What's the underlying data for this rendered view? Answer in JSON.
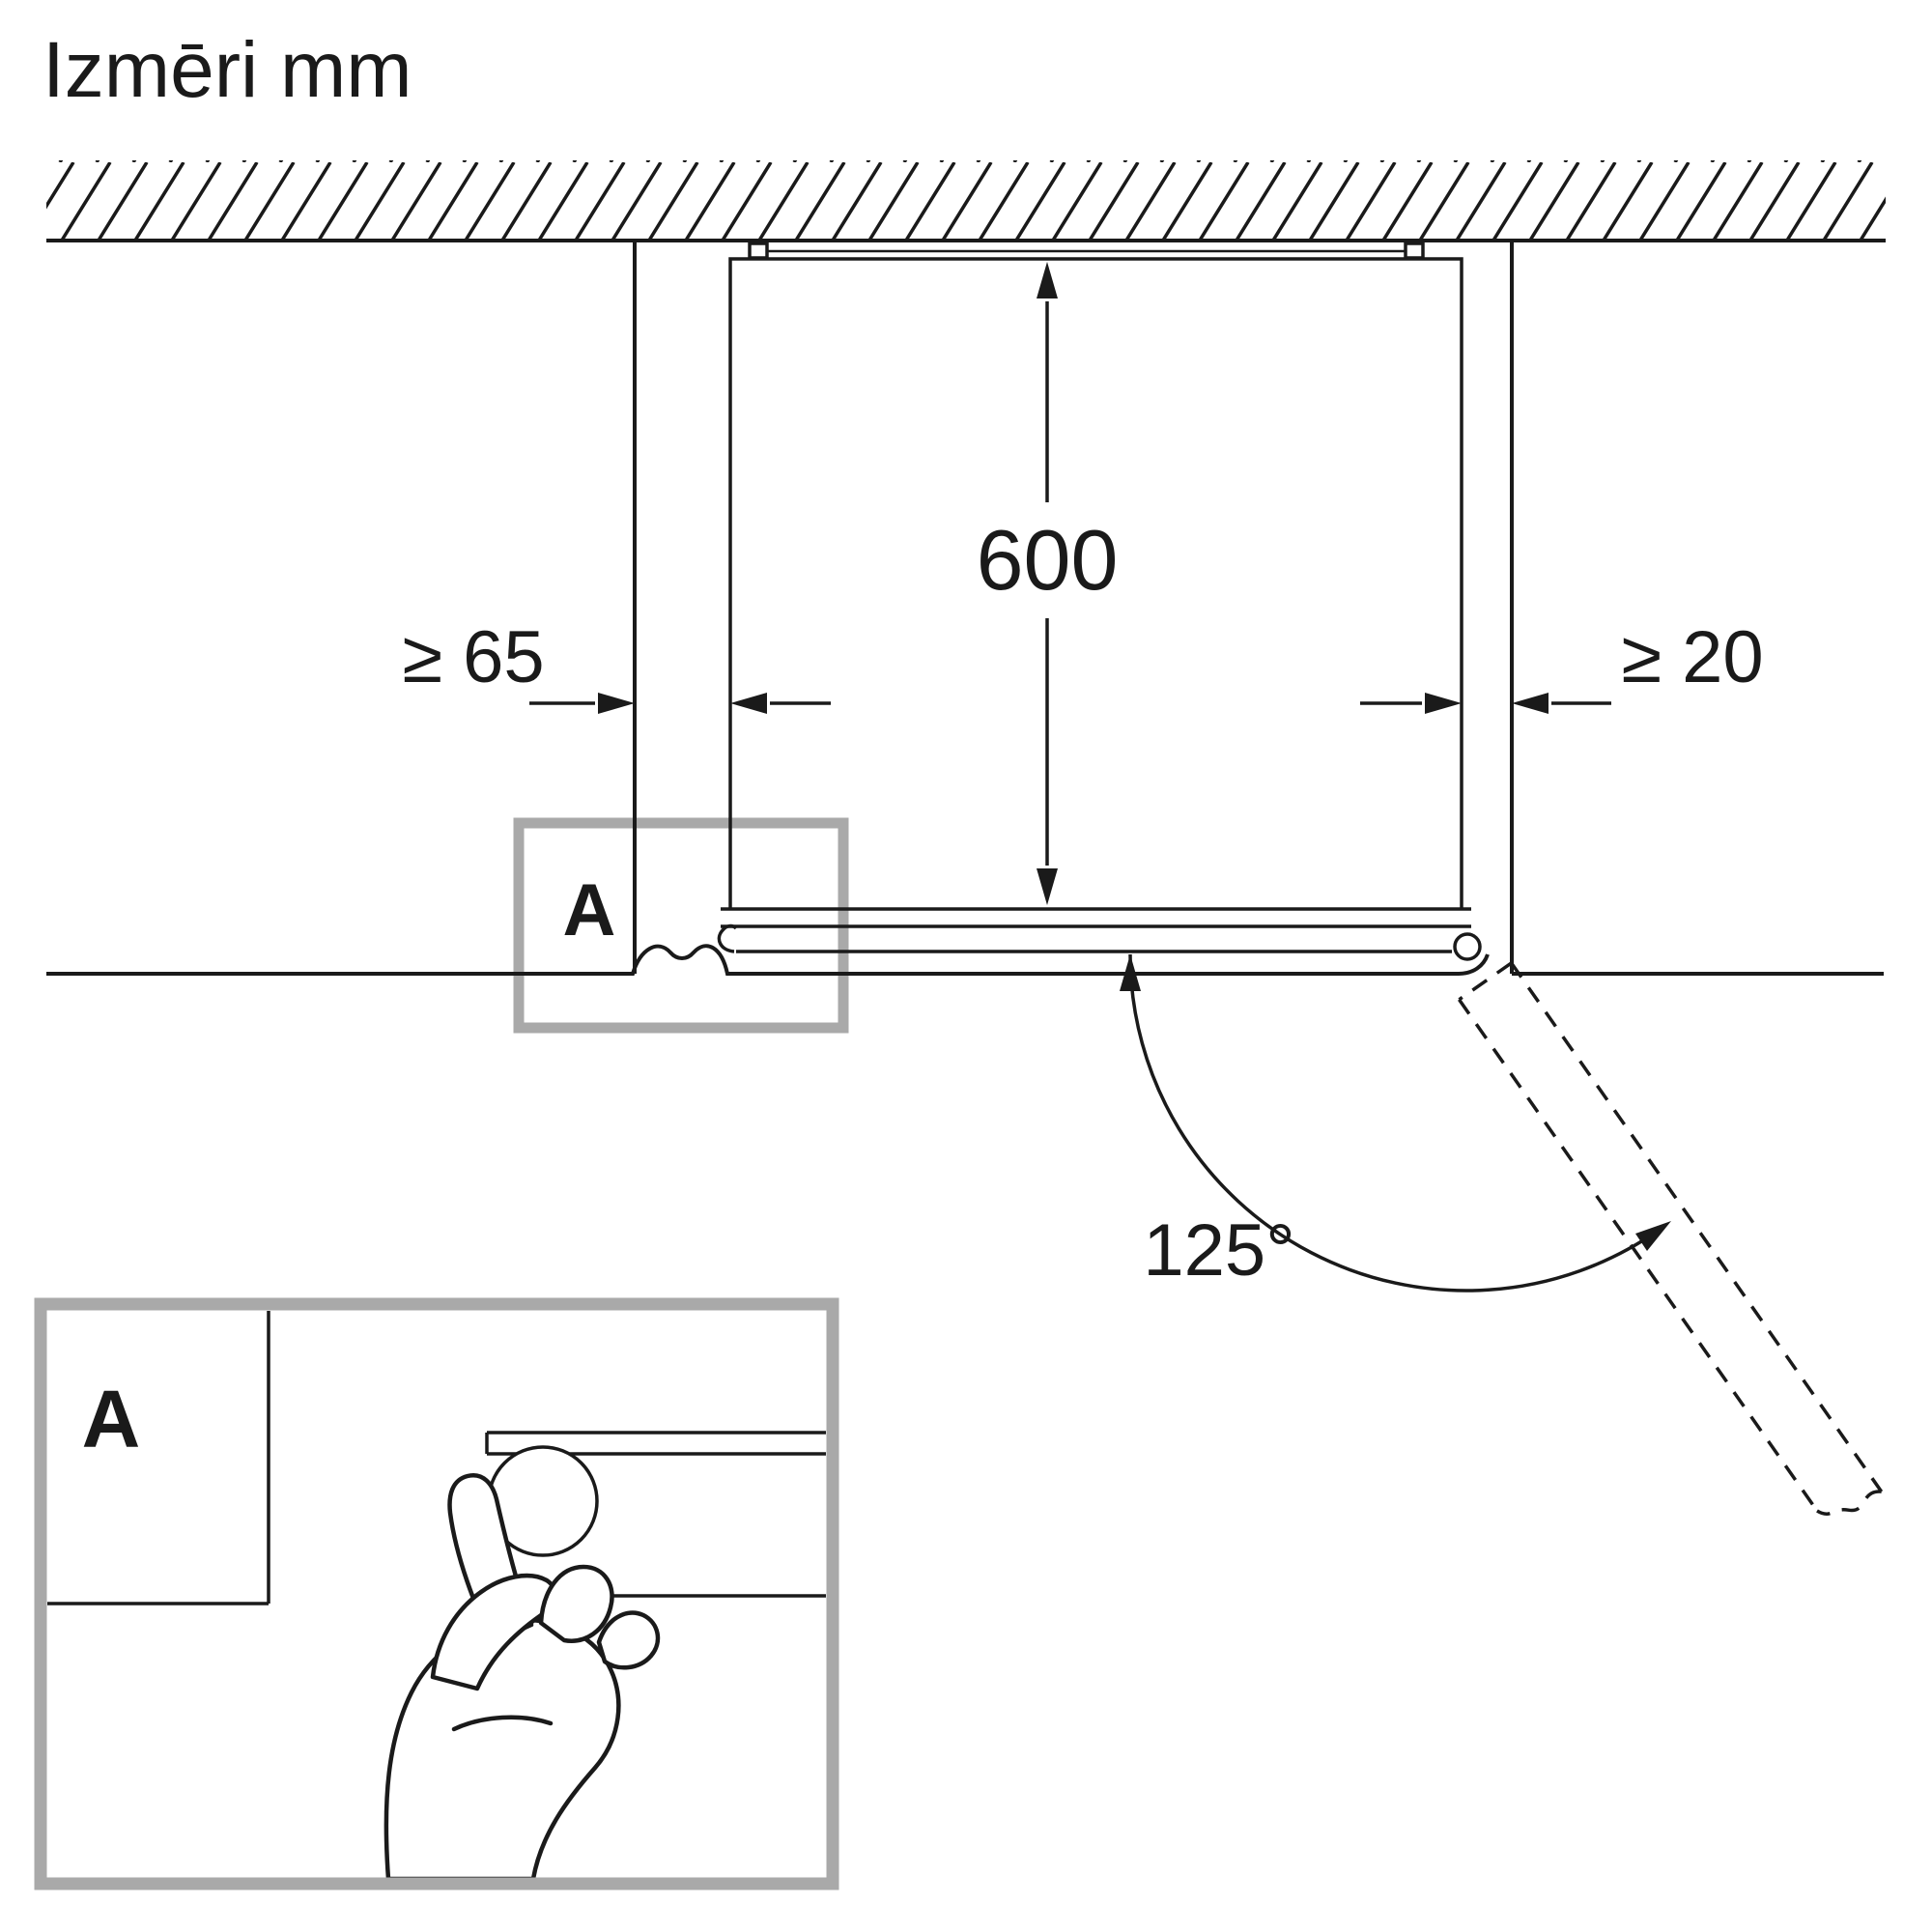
{
  "title": "Izmēri mm",
  "diagram": {
    "depth_dimension": "600",
    "left_clearance": "≥ 65",
    "right_clearance": "≥ 20",
    "door_opening_angle": "125°",
    "detail_marker": "A",
    "detail_view_label": "A"
  },
  "colors": {
    "line_color": "#1a1a1a",
    "detail_box_color": "#a9a9a9",
    "background_color": "#ffffff"
  }
}
